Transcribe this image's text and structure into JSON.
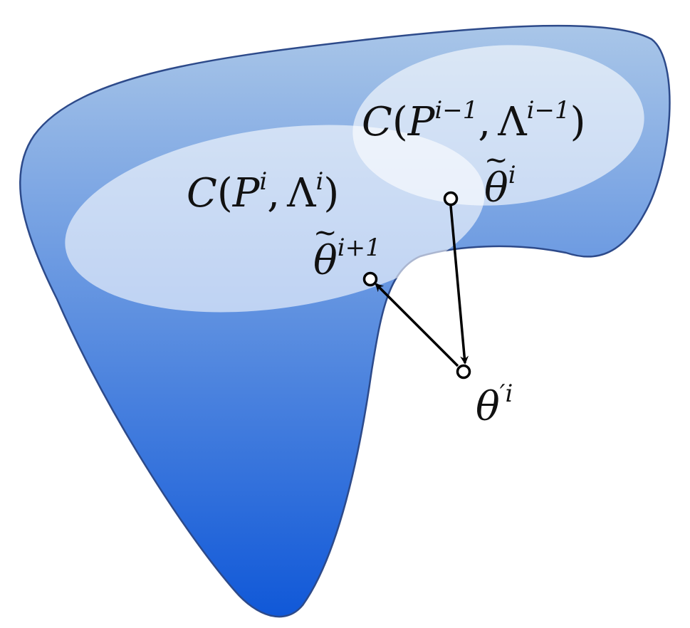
{
  "colors": {
    "region_top": "#a9c6e8",
    "region_bottom": "#1058d8",
    "region_outline": "#2d4a8a",
    "ellipse_fill": "#ffffff",
    "arrow": "#000000",
    "point_fill": "#ffffff",
    "point_stroke": "#000000"
  },
  "labels": {
    "set_prev": {
      "script": "C",
      "open": "(",
      "p_base": "P",
      "p_sup": "i−1",
      "comma": ",",
      "l_base": "Λ",
      "l_sup": "i−1",
      "close": ")"
    },
    "set_curr": {
      "script": "C",
      "open": "(",
      "p_base": "P",
      "p_sup": "i",
      "comma": ",",
      "l_base": "Λ",
      "l_sup": "i",
      "close": ")"
    },
    "theta_tilde_i": {
      "tilde": "~",
      "base": "θ",
      "sup": "i"
    },
    "theta_tilde_i1": {
      "tilde": "~",
      "base": "θ",
      "sup": "i+1"
    },
    "theta_prime_i": {
      "base": "θ",
      "sup": "′i"
    }
  }
}
